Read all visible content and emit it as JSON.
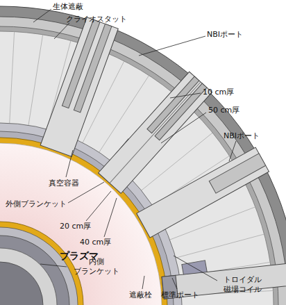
{
  "diagram": {
    "nodes": [
      {
        "text": [
          "プラズマ"
        ]
      }
    ],
    "labels": [
      "生体遮蔽",
      "クライオスタット",
      "NBIポート",
      "10 cm厚",
      "50 cm厚",
      "NBIポート",
      "真空容器",
      "外側ブランケット",
      "20 cm厚",
      "40 cm厚",
      "内側 ブランケット",
      "遮蔽栓",
      "標準ポート",
      "トロイダル 磁場コイル"
    ]
  }
}
